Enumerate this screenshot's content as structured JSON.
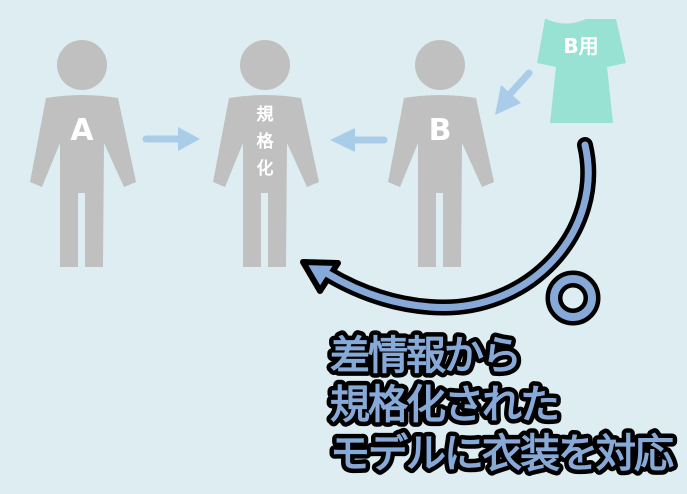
{
  "figures": {
    "a_label": "A",
    "standard_label": [
      "規",
      "格",
      "化"
    ],
    "b_label": "B"
  },
  "shirt": {
    "label": "B用"
  },
  "caption": {
    "line1": "差情報から",
    "line2": "規格化された",
    "line3": "モデルに衣装を対応"
  },
  "colors": {
    "background": "#ddedf2",
    "figure": "#c0c0c0",
    "shirt": "#98e2d4",
    "small_arrow": "#a9cde9",
    "big_arrow": "#86a9d8"
  }
}
